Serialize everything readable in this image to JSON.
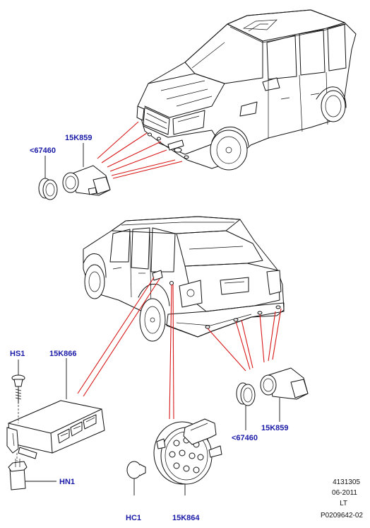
{
  "colors": {
    "label": "#1a1aa8",
    "callout": "#d81818",
    "line": "#111111"
  },
  "labels": {
    "front_clip": "<67460",
    "front_sensor": "15K859",
    "hs1": "HS1",
    "module": "15K866",
    "rear_clip": "<67460",
    "rear_sensor": "15K859",
    "hn1": "HN1",
    "hc1": "HC1",
    "buzzer": "15K864"
  },
  "footer": {
    "line1": "4131305",
    "line2": "06-2011",
    "line3": "LT",
    "line4": "P0209642-02"
  }
}
